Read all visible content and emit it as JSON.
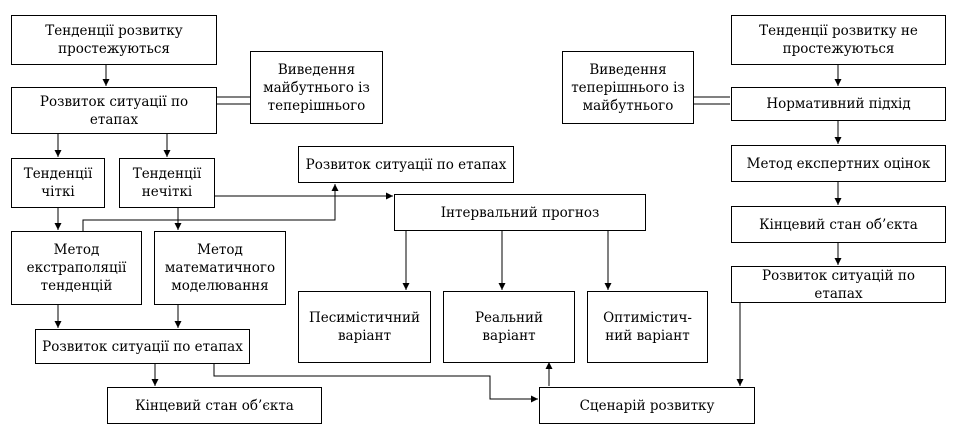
{
  "diagram": {
    "left_branch": {
      "trends_traced": "Тенденції розвитку\nпростежуються",
      "staged_development": "Розвиток ситуації по\nетапах",
      "future_from_present": "Виведення\nмайбутнього із\nтеперішнього",
      "trends_clear": "Тенденції\nчіткі",
      "trends_unclear": "Тенденції\nнечіткі",
      "extrapolation_method": "Метод\nекстраполяції\nтенденцій",
      "math_modeling_method": "Метод\nматематичного\nмоделювання",
      "staged_development_bottom": "Розвиток ситуації по етапах",
      "final_state": "Кінцевий стан об’єкта"
    },
    "center_branch": {
      "staged_development": "Розвиток ситуації по етапах",
      "interval_forecast": "Інтервальний прогноз",
      "pessimistic": "Песимістичний\nваріант",
      "real": "Реальний\nваріант",
      "optimistic": "Оптимістич-\nний варіант",
      "scenario": "Сценарій розвитку"
    },
    "right_branch": {
      "trends_not_traced": "Тенденції розвитку не\nпростежуються",
      "present_from_future": "Виведення\nтеперішнього із\nмайбутнього",
      "normative_approach": "Нормативний підхід",
      "expert_method": "Метод експертних оцінок",
      "final_state": "Кінцевий стан об’єкта",
      "staged_development": "Розвиток ситуацій по етапах"
    }
  }
}
